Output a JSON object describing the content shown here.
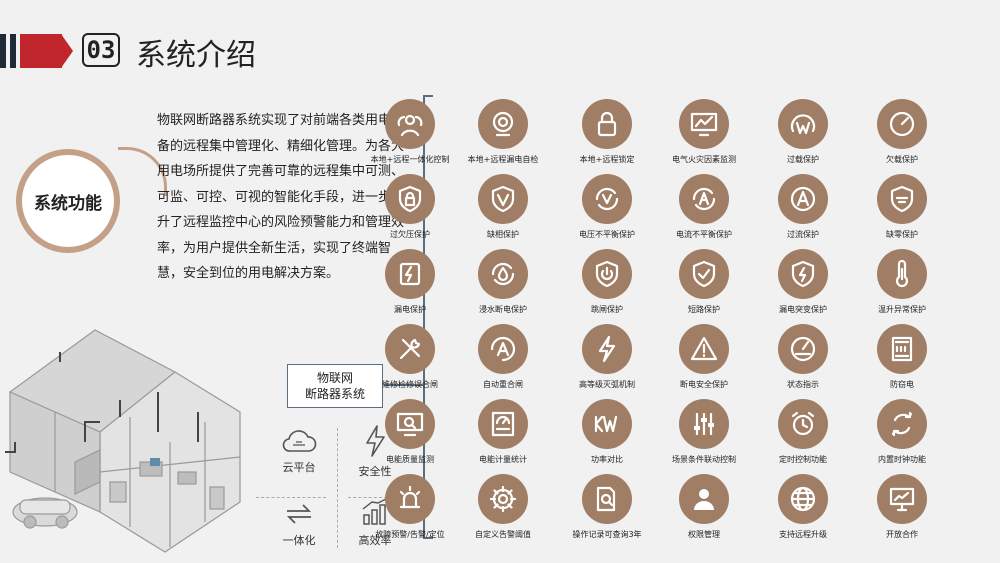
{
  "header": {
    "number": "03",
    "title": "系统介绍"
  },
  "colors": {
    "accent": "#a07e65",
    "ring": "#c4a088",
    "brand_red": "#c0262b",
    "line": "#5b6e80"
  },
  "badge": {
    "label": "系统功能"
  },
  "description": "物联网断路器系统实现了对前端各类用电设备的远程集中管理化、精细化管理。为各大用电场所提供了完善可靠的远程集中可测、可监、可控、可视的智能化手段，进一步提升了远程监控中心的风险预警能力和管理效率，为用户提供全新生活，实现了终端智慧，安全到位的用电解决方案。",
  "center_box": {
    "line1": "物联网",
    "line2": "断路器系统"
  },
  "features": [
    {
      "label": "云平台",
      "icon": "cloud-icon"
    },
    {
      "label": "安全性",
      "icon": "lightning-icon"
    },
    {
      "label": "一体化",
      "icon": "sync-arrows-icon"
    },
    {
      "label": "高效率",
      "icon": "growth-chart-icon"
    }
  ],
  "functions": [
    {
      "label": "本地+远程一体化控制",
      "icon": "network-icon"
    },
    {
      "label": "本地+远程漏电自检",
      "icon": "camera-icon"
    },
    {
      "label": "本地+远程锁定",
      "icon": "lock-icon"
    },
    {
      "label": "电气火灾因素监测",
      "icon": "monitor-chart-icon"
    },
    {
      "label": "过载保护",
      "icon": "watt-gauge-icon"
    },
    {
      "label": "欠载保护",
      "icon": "gauge-icon"
    },
    {
      "label": "过欠压保护",
      "icon": "shield-lock-icon"
    },
    {
      "label": "缺相保护",
      "icon": "shield-v-icon"
    },
    {
      "label": "电压不平衡保护",
      "icon": "cycle-v-icon"
    },
    {
      "label": "电流不平衡保护",
      "icon": "cycle-a-icon"
    },
    {
      "label": "过流保护",
      "icon": "ampere-icon"
    },
    {
      "label": "缺零保护",
      "icon": "shield-badge-icon"
    },
    {
      "label": "漏电保护",
      "icon": "shield-bolt-icon"
    },
    {
      "label": "浸水断电保护",
      "icon": "water-drop-icon"
    },
    {
      "label": "跳闸保护",
      "icon": "power-shield-icon"
    },
    {
      "label": "短路保护",
      "icon": "shield-check-icon"
    },
    {
      "label": "漏电突变保护",
      "icon": "shield-bolt-outline-icon"
    },
    {
      "label": "温升异常保护",
      "icon": "thermometer-icon"
    },
    {
      "label": "维修检修误合闸",
      "icon": "tools-icon"
    },
    {
      "label": "自动重合闸",
      "icon": "auto-reclose-icon"
    },
    {
      "label": "高等级灭弧机制",
      "icon": "lightning-icon"
    },
    {
      "label": "断电安全保护",
      "icon": "warning-icon"
    },
    {
      "label": "状态指示",
      "icon": "status-gauge-icon"
    },
    {
      "label": "防窃电",
      "icon": "meter-box-icon"
    },
    {
      "label": "电能质量监测",
      "icon": "screen-search-icon"
    },
    {
      "label": "电能计量统计",
      "icon": "meter-icon"
    },
    {
      "label": "功率对比",
      "icon": "kw-icon"
    },
    {
      "label": "场景条件联动控制",
      "icon": "sliders-icon"
    },
    {
      "label": "定时控制功能",
      "icon": "alarm-clock-icon"
    },
    {
      "label": "内置时钟功能",
      "icon": "recycle-arrows-icon"
    },
    {
      "label": "故障预警/告警/定位",
      "icon": "siren-icon"
    },
    {
      "label": "自定义告警阈值",
      "icon": "gear-icon"
    },
    {
      "label": "操作记录可查询3年",
      "icon": "document-search-icon"
    },
    {
      "label": "权限管理",
      "icon": "user-icon"
    },
    {
      "label": "支持远程升级",
      "icon": "globe-icon"
    },
    {
      "label": "开放合作",
      "icon": "presentation-icon"
    }
  ]
}
